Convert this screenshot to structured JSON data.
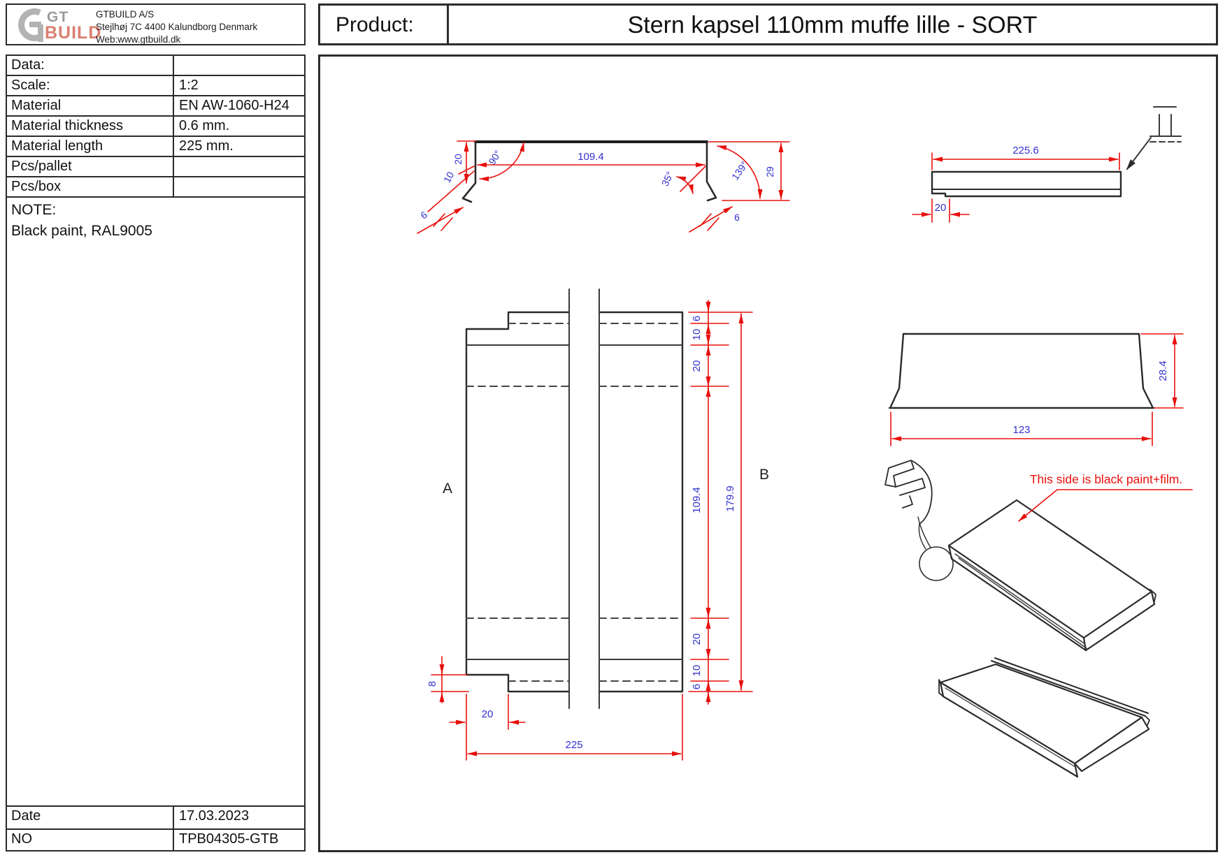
{
  "company": {
    "logo_g_icon": "G",
    "logo_gt": "GT",
    "logo_build": "BUILD",
    "name": "GTBUILD A/S",
    "address": "Stejlhøj 7C 4400 Kalundborg Denmark",
    "web": "Web:www.gtbuild.dk"
  },
  "header": {
    "product_label": "Product:",
    "product_title": "Stern kapsel 110mm muffe lille - SORT"
  },
  "spec_table": {
    "rows": [
      {
        "label": "Data:",
        "value": ""
      },
      {
        "label": "Scale:",
        "value": "1:2"
      },
      {
        "label": "Material",
        "value": "EN AW-1060-H24"
      },
      {
        "label": "Material thickness",
        "value": "0.6 mm."
      },
      {
        "label": "Material length",
        "value": "225 mm."
      },
      {
        "label": "Pcs/pallet",
        "value": ""
      },
      {
        "label": "Pcs/box",
        "value": ""
      }
    ]
  },
  "note": {
    "title": "NOTE:",
    "body": "Black paint, RAL9005"
  },
  "footer": {
    "date_label": "Date",
    "date_value": "17.03.2023",
    "no_label": "NO",
    "no_value": "TPB04305-GTB"
  },
  "drawing": {
    "colors": {
      "dimension_red": "#e8100c",
      "dimension_text_blue": "#3232cd",
      "line_dark": "#3a3a3a",
      "logo_red": "#d97f70",
      "logo_gray": "#9b9b9b"
    },
    "profile_view": {
      "dim_width": "109.4",
      "angle_left": "90°",
      "angle_right_inner": "35°",
      "angle_right_outer": "139°",
      "dim_height": "29",
      "dim_left_20": "20",
      "dim_left_10": "10",
      "dim_foot_left": "6",
      "dim_foot_right": "6"
    },
    "strip_view": {
      "dim_length": "225.6",
      "dim_end": "20"
    },
    "flat_view": {
      "label_a": "A",
      "label_b": "B",
      "dim_top_6": "6",
      "dim_top_10": "10",
      "dim_top_20": "20",
      "dim_mid_109": "109.4",
      "dim_total_179": "179.9",
      "dim_bot_20": "20",
      "dim_bot_10": "10",
      "dim_bot_6": "6",
      "dim_step_8": "8",
      "dim_step_20": "20",
      "dim_width_225": "225"
    },
    "end_view": {
      "dim_width": "123",
      "dim_height": "28.4"
    },
    "iso_view": {
      "note": "This side is black paint+film."
    }
  }
}
